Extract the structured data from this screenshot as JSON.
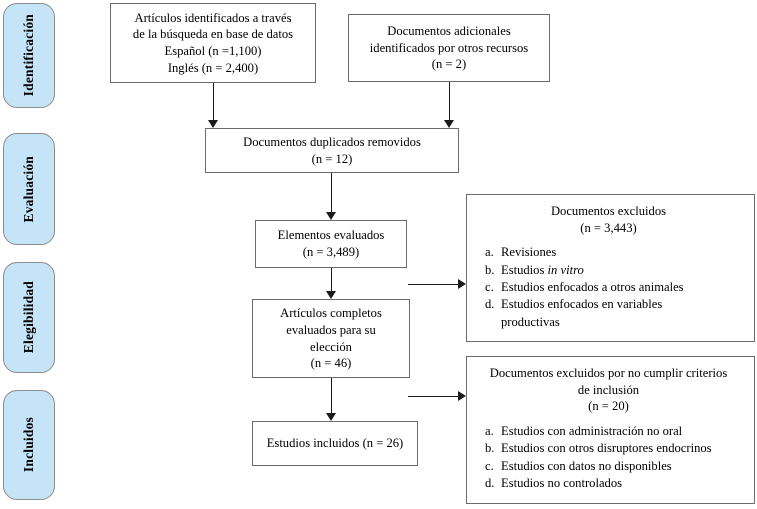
{
  "diagram": {
    "title": "PRISMA flow diagram",
    "accent_color": "#c5e4f7",
    "border_color": "#6b6b6b",
    "line_color": "#1a1a1a"
  },
  "stages": [
    {
      "label": "Identificación"
    },
    {
      "label": "Evaluación"
    },
    {
      "label": "Elegibilidad"
    },
    {
      "label": "Incluidos"
    }
  ],
  "boxes": {
    "database_search": {
      "line1": "Artículos identificados a través",
      "line2": "de la búsqueda en base de datos",
      "line3": "Español (n =1,100)",
      "line4": "Inglés (n = 2,400)"
    },
    "other_sources": {
      "line1": "Documentos adicionales",
      "line2": "identificados por otros recursos",
      "line3": "(n = 2)"
    },
    "duplicates_removed": {
      "line1": "Documentos duplicados removidos",
      "line2": "(n = 12)"
    },
    "screened": {
      "line1": "Elementos evaluados",
      "line2": "(n = 3,489)"
    },
    "full_text_assessed": {
      "line1": "Artículos completos",
      "line2": "evaluados para su",
      "line3": "elección",
      "line4": "(n = 46)"
    },
    "included": {
      "line1": "Estudios incluidos (n = 26)"
    },
    "excluded_screened": {
      "line1": "Documentos excluidos",
      "line2": "(n = 3,443)",
      "items": [
        {
          "marker": "a.",
          "text": "Revisiones"
        },
        {
          "marker": "b.",
          "text_before": "Estudios ",
          "text_italic": "in vitro",
          "text_after": ""
        },
        {
          "marker": "c.",
          "text": "Estudios enfocados a otros animales"
        },
        {
          "marker": "d.",
          "text": "Estudios enfocados en variables productivas"
        }
      ]
    },
    "excluded_eligibility": {
      "line1": "Documentos excluidos por no cumplir criterios",
      "line2": "de inclusión",
      "line3": "(n = 20)",
      "items": [
        {
          "marker": "a.",
          "text": "Estudios con administración no oral"
        },
        {
          "marker": "b.",
          "text": "Estudios con otros disruptores endocrinos"
        },
        {
          "marker": "c.",
          "text": "Estudios con datos no disponibles"
        },
        {
          "marker": "d.",
          "text": "Estudios no controlados"
        }
      ]
    }
  }
}
